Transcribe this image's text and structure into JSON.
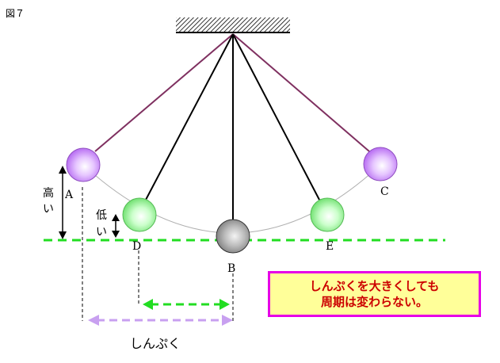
{
  "figure_label": "図７",
  "labels": {
    "A": "A",
    "B": "B",
    "C": "C",
    "D": "D",
    "E": "E"
  },
  "height_high": [
    "高",
    "い"
  ],
  "height_low": [
    "低",
    "い"
  ],
  "amplitude_label": "しんぷく",
  "note": {
    "line1": "しんぷくを大きくしても",
    "line2": "周期は変わらない。"
  },
  "colors": {
    "purple_string": "#7f3060",
    "green_dashed": "#22dd22",
    "lilac_arrow": "#c8a0f0",
    "note_border": "#e600e6",
    "note_fill": "#ffff99",
    "note_text": "#cc0000"
  }
}
